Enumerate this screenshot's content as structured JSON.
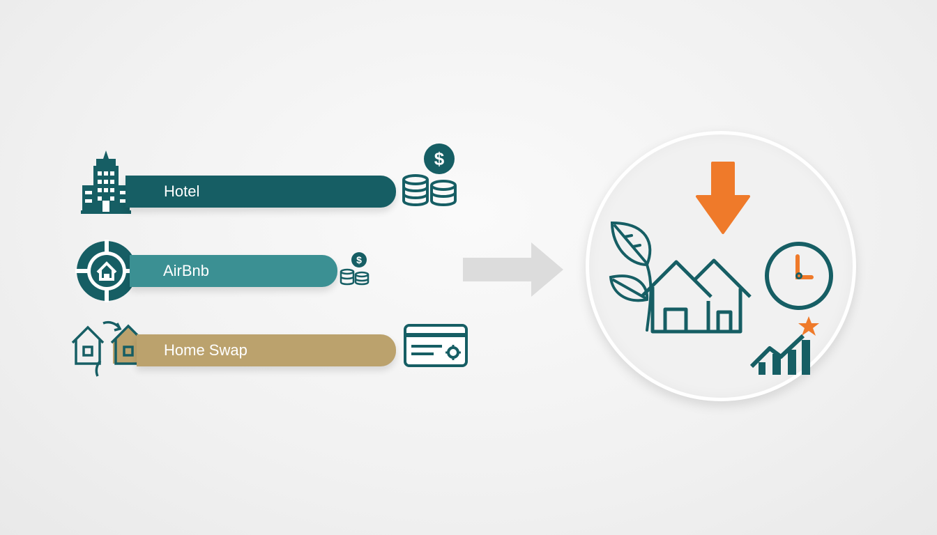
{
  "options": [
    {
      "label": "Hotel",
      "color": "#165e64",
      "cost_icon": "large-coin-stacks-with-dollar-icon"
    },
    {
      "label": "AirBnb",
      "color": "#3b9093",
      "cost_icon": "small-coin-stacks-with-dollar-icon"
    },
    {
      "label": "Home Swap",
      "color": "#bba26d",
      "cost_icon": "card-with-gear-icon"
    }
  ],
  "arrow": {
    "icon": "right-arrow-icon"
  },
  "result": {
    "icons": [
      "down-arrow-icon",
      "leaf-branch-icon",
      "houses-icon",
      "clock-icon",
      "growth-chart-star-icon"
    ]
  },
  "colors": {
    "teal_dark": "#165e64",
    "teal_light": "#3b9093",
    "gold": "#bba26d",
    "orange": "#ef7a2a",
    "gray_arrow": "#dcdcdc"
  }
}
